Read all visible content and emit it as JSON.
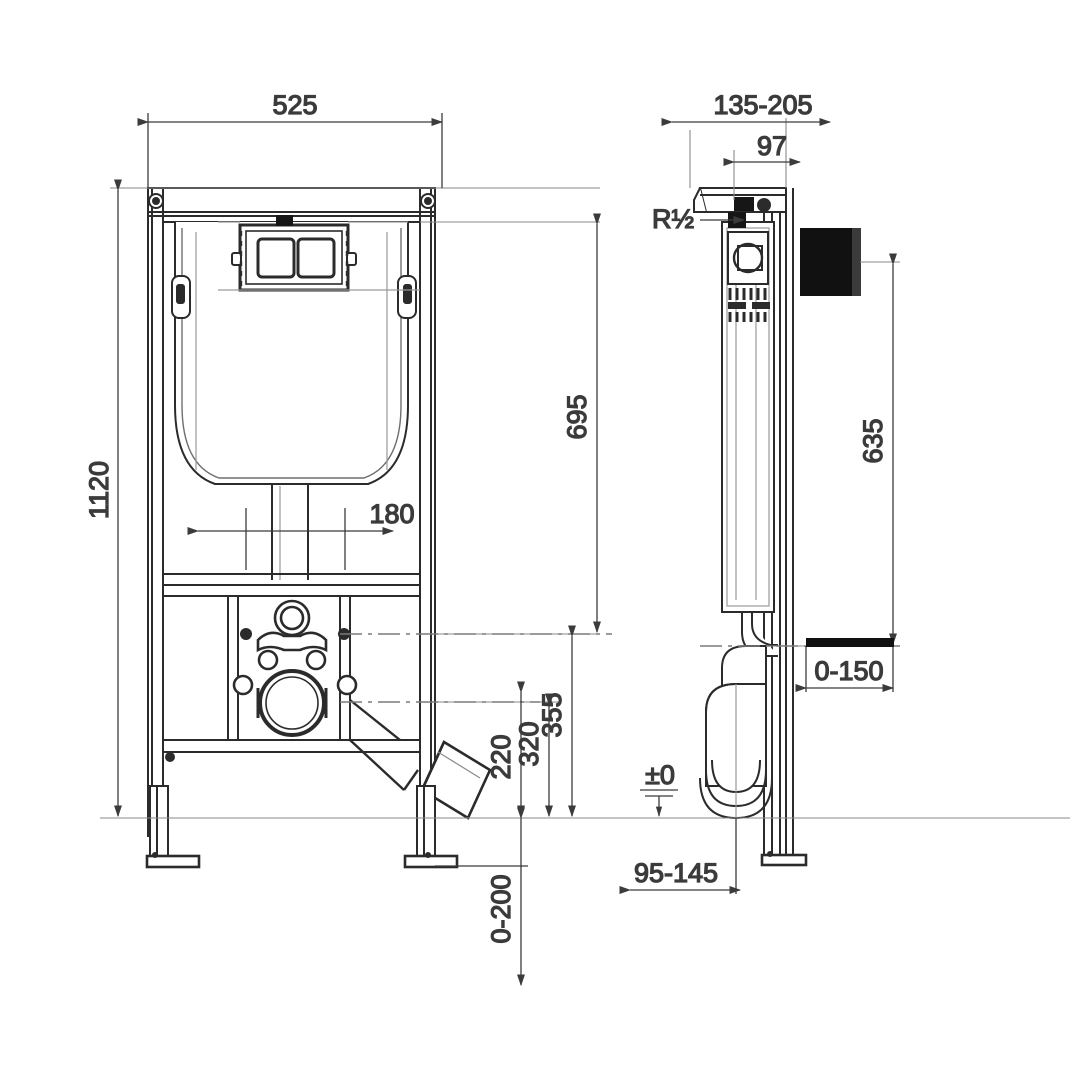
{
  "drawing": {
    "title": "Wall-hung WC concealed cistern frame — technical dimension drawing",
    "units": "mm",
    "line_color": "#2b2b2b",
    "dim_color": "#3b3b3b",
    "thin_color": "#8a8a8a",
    "background": "#ffffff",
    "views": [
      {
        "name": "front-elevation",
        "label": ""
      },
      {
        "name": "side-elevation",
        "label": ""
      }
    ]
  },
  "dimensions": {
    "front_width": "525",
    "front_height": "1120",
    "flush_plate_width": "180",
    "cistern_top_to_outlet": "695",
    "outlet_axis_height": "355",
    "waste_axis_height": "320",
    "bracket_height": "220",
    "foot_adjust": "0-200",
    "side_depth_range": "135-205",
    "side_depth_inner": "97",
    "side_height_635": "635",
    "wall_offset_range": "0-150",
    "outlet_depth_range": "95-145",
    "water_connection": "R½",
    "floor_level": "±0"
  },
  "labels": {
    "d525": "525",
    "d1120": "1120",
    "d180": "180",
    "d695": "695",
    "d355": "355",
    "d320": "320",
    "d220": "220",
    "d0_200": "0-200",
    "d135_205": "135-205",
    "d97": "97",
    "d635": "635",
    "d0_150": "0-150",
    "d95_145": "95-145",
    "rhalf": "R½",
    "zero": "±0"
  }
}
